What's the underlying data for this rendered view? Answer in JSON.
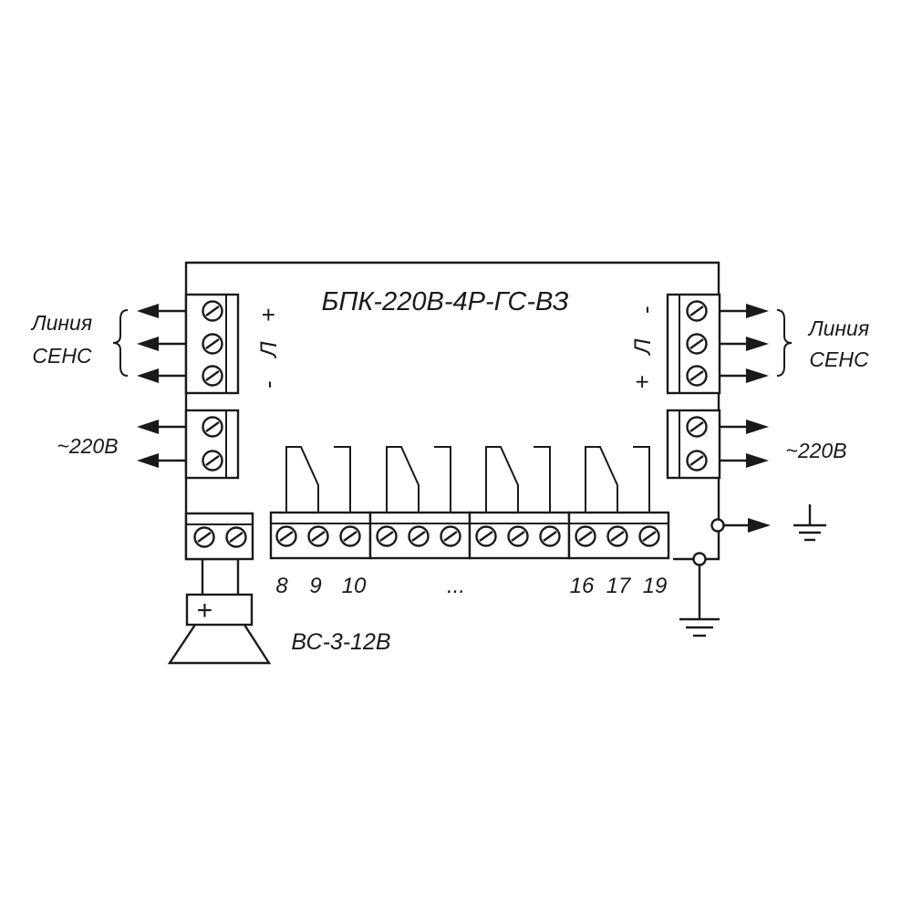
{
  "device": {
    "title": "БПК-220В-4Р-ГС-ВЗ"
  },
  "left_side": {
    "line_label": "Линия\nСЕНС",
    "line_label_1": "Линия",
    "line_label_2": "СЕНС",
    "plus": "+",
    "minus": "-",
    "line_mark": "Л",
    "power_label": "~220В"
  },
  "right_side": {
    "line_label_1": "Линия",
    "line_label_2": "СЕНС",
    "plus": "+",
    "minus": "-",
    "line_mark": "Л",
    "power_label": "~220В"
  },
  "relay_terminals": {
    "labels": [
      "8",
      "9",
      "10",
      "...",
      "16",
      "17",
      "19"
    ]
  },
  "siren": {
    "plus": "+",
    "label": "ВС-3-12В"
  },
  "colors": {
    "line": "#1a1a1a",
    "background": "#ffffff"
  }
}
